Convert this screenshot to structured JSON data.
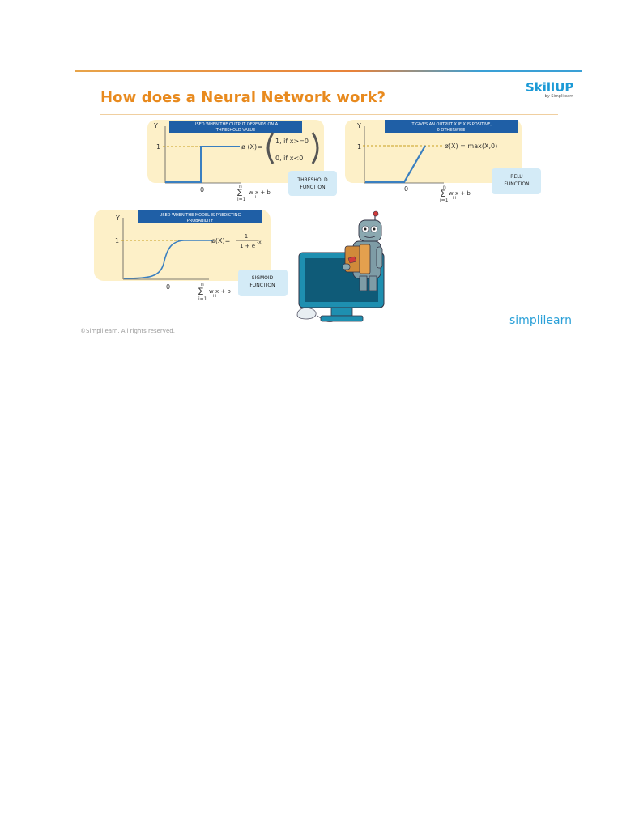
{
  "slide": {
    "title": "How does a Neural Network work?",
    "brand_top_main": "SkillUP",
    "brand_top_sub": "by Simplilearn",
    "brand_bottom": "simplilearn",
    "copyright": "©Simplilearn. All rights reserved."
  },
  "threshold": {
    "banner_line1": "USED WHEN THE OUTPUT DEPENDS ON A",
    "banner_line2": "THRESHOLD VALUE",
    "axis_y": "Y",
    "tick_one": "1",
    "tick_zero": "0",
    "phi_label": "ø (X)=",
    "case1": "1, if x>=0",
    "case2": "0, if x<0",
    "sum_top": "n",
    "sum_symbol": "∑",
    "sum_term": "w x + b",
    "sum_sub": "i i",
    "sum_bottom": "i=1",
    "label_line1": "THRESHOLD",
    "label_line2": "FUNCTION"
  },
  "relu": {
    "banner_line1": "IT GIVES AN OUTPUT X IF X IS POSITIVE,",
    "banner_line2": "0 OTHERWISE",
    "axis_y": "Y",
    "tick_one": "1",
    "tick_zero": "0",
    "formula": "ø(X) = max(X,0)",
    "sum_top": "n",
    "sum_symbol": "∑",
    "sum_term": "w x + b",
    "sum_sub": "i i",
    "sum_bottom": "i=1",
    "label_line1": "RELU",
    "label_line2": "FUNCTION"
  },
  "sigmoid": {
    "banner_line1": "USED WHEN THE MODEL IS PREDICTING",
    "banner_line2": "PROBABILITY",
    "axis_y": "Y",
    "tick_one": "1",
    "tick_zero": "0",
    "phi_label": "ø(X)=",
    "numerator": "1",
    "denominator": "1 + e",
    "exponent": "-x",
    "sum_top": "n",
    "sum_symbol": "∑",
    "sum_term": "w x + b",
    "sum_sub": "i i",
    "sum_bottom": "i=1",
    "label_line1": "SIGMOID",
    "label_line2": "FUNCTION"
  },
  "colors": {
    "title": "#e88a1e",
    "panel": "#fdf0c8",
    "banner": "#1f5fa6",
    "label_box": "#d4ebf7",
    "curve": "#3a7fc0",
    "dashed": "#c9a020"
  }
}
